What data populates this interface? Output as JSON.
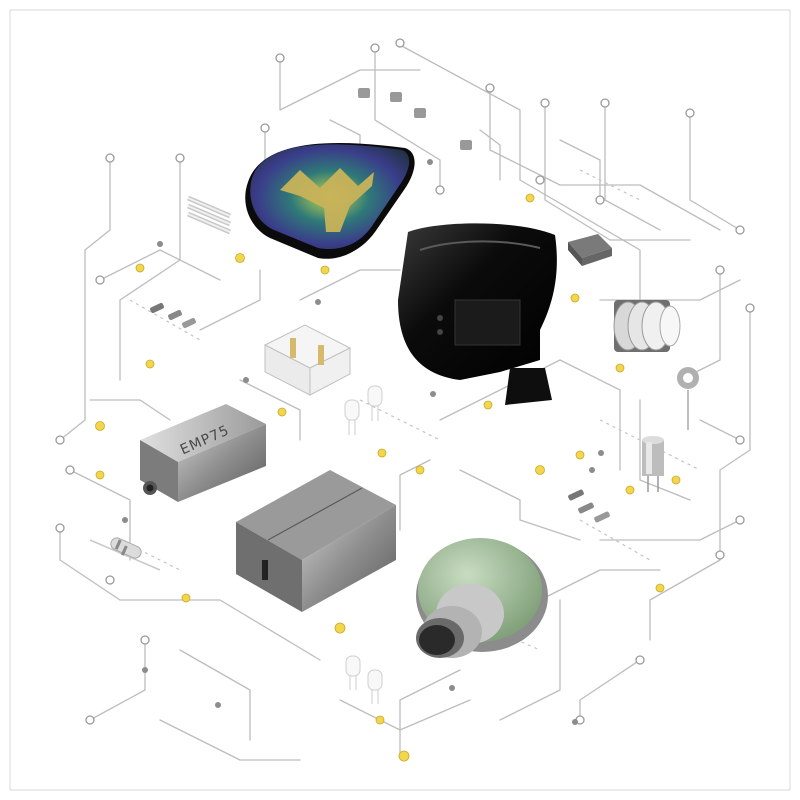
{
  "image": {
    "type": "iem-exploded-circuit-illustration",
    "components": [
      {
        "name": "faceplate-shell"
      },
      {
        "name": "black-shell-body"
      },
      {
        "name": "emp75-driver",
        "label": "EMP75"
      },
      {
        "name": "balanced-armature-block"
      },
      {
        "name": "dynamic-driver-green"
      },
      {
        "name": "crossover-resistors"
      },
      {
        "name": "transparent-switch-block"
      },
      {
        "name": "led-pair-upper"
      },
      {
        "name": "led-pair-lower"
      },
      {
        "name": "capacitor-cylinder"
      },
      {
        "name": "coil-inductor"
      },
      {
        "name": "chip-ic"
      },
      {
        "name": "small-resistors-left"
      },
      {
        "name": "small-resistors-right"
      },
      {
        "name": "bead-resistor-left"
      }
    ],
    "colors": {
      "trace": "#bdbdbd",
      "node_fill": "#ffffff",
      "accent_dot": "#f2d64b",
      "shell": "#0d0d0d",
      "faceplate_gold": "#c8b25a",
      "driver_green": "#9fbf98",
      "metal": "#8c8c8c"
    }
  }
}
